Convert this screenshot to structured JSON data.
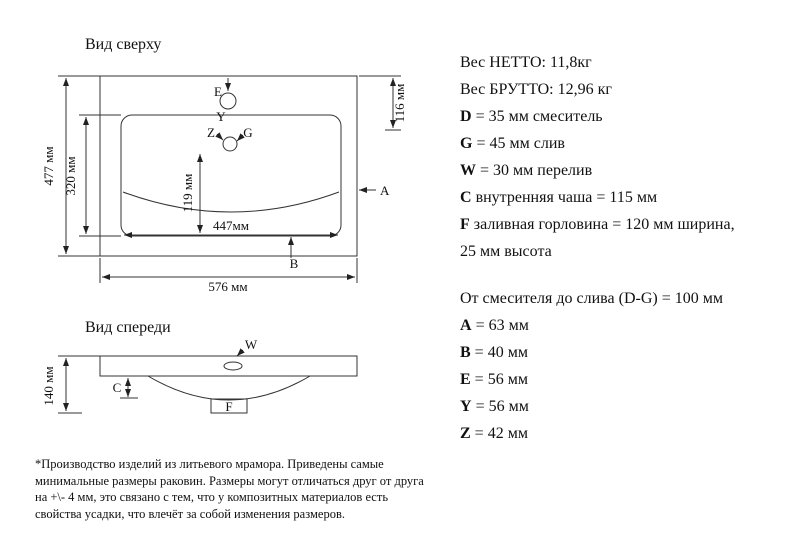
{
  "top_view": {
    "title": "Вид сверху",
    "dim_outer_height": "477 мм",
    "dim_inner_height": "320 мм",
    "dim_top_offset": "116 мм",
    "dim_drain_offset": "119 мм",
    "dim_inner_width": "447мм",
    "dim_outer_width": "576 мм",
    "label_e": "E",
    "label_y": "Y",
    "label_z": "Z",
    "label_g": "G",
    "label_a": "A",
    "label_b": "B"
  },
  "front_view": {
    "title": "Вид спереди",
    "dim_height": "140 мм",
    "label_w": "W",
    "label_c": "C",
    "label_f": "F"
  },
  "specs": {
    "lines": [
      {
        "b": "",
        "r": "Вес НЕТТО: 11,8кг"
      },
      {
        "b": "",
        "r": "Вес БРУТТО: 12,96 кг"
      },
      {
        "b": "D",
        "r": " = 35 мм смеситель"
      },
      {
        "b": "G",
        "r": " = 45 мм слив"
      },
      {
        "b": "W",
        "r": " = 30 мм перелив"
      },
      {
        "b": "C",
        "r": " внутренняя чаша = 115 мм"
      },
      {
        "b": "F",
        "r": " заливная горловина = 120 мм ширина,"
      },
      {
        "b": "",
        "r": "25 мм высота"
      },
      {
        "b": "",
        "r": "От смесителя до слива (D-G) = 100 мм"
      },
      {
        "b": "A",
        "r": " = 63 мм"
      },
      {
        "b": "B",
        "r": " = 40 мм"
      },
      {
        "b": "E",
        "r": " = 56 мм"
      },
      {
        "b": "Y",
        "r": " = 56 мм"
      },
      {
        "b": "Z",
        "r": " = 42 мм"
      }
    ]
  },
  "footnote": "*Производство изделий из литьевого мрамора. Приведены самые минимальные размеры раковин. Размеры могут отличаться друг от друга на +\\- 4 мм, это связано с тем, что у композитных материалов есть свойства усадки, что влечёт за собой изменения размеров."
}
